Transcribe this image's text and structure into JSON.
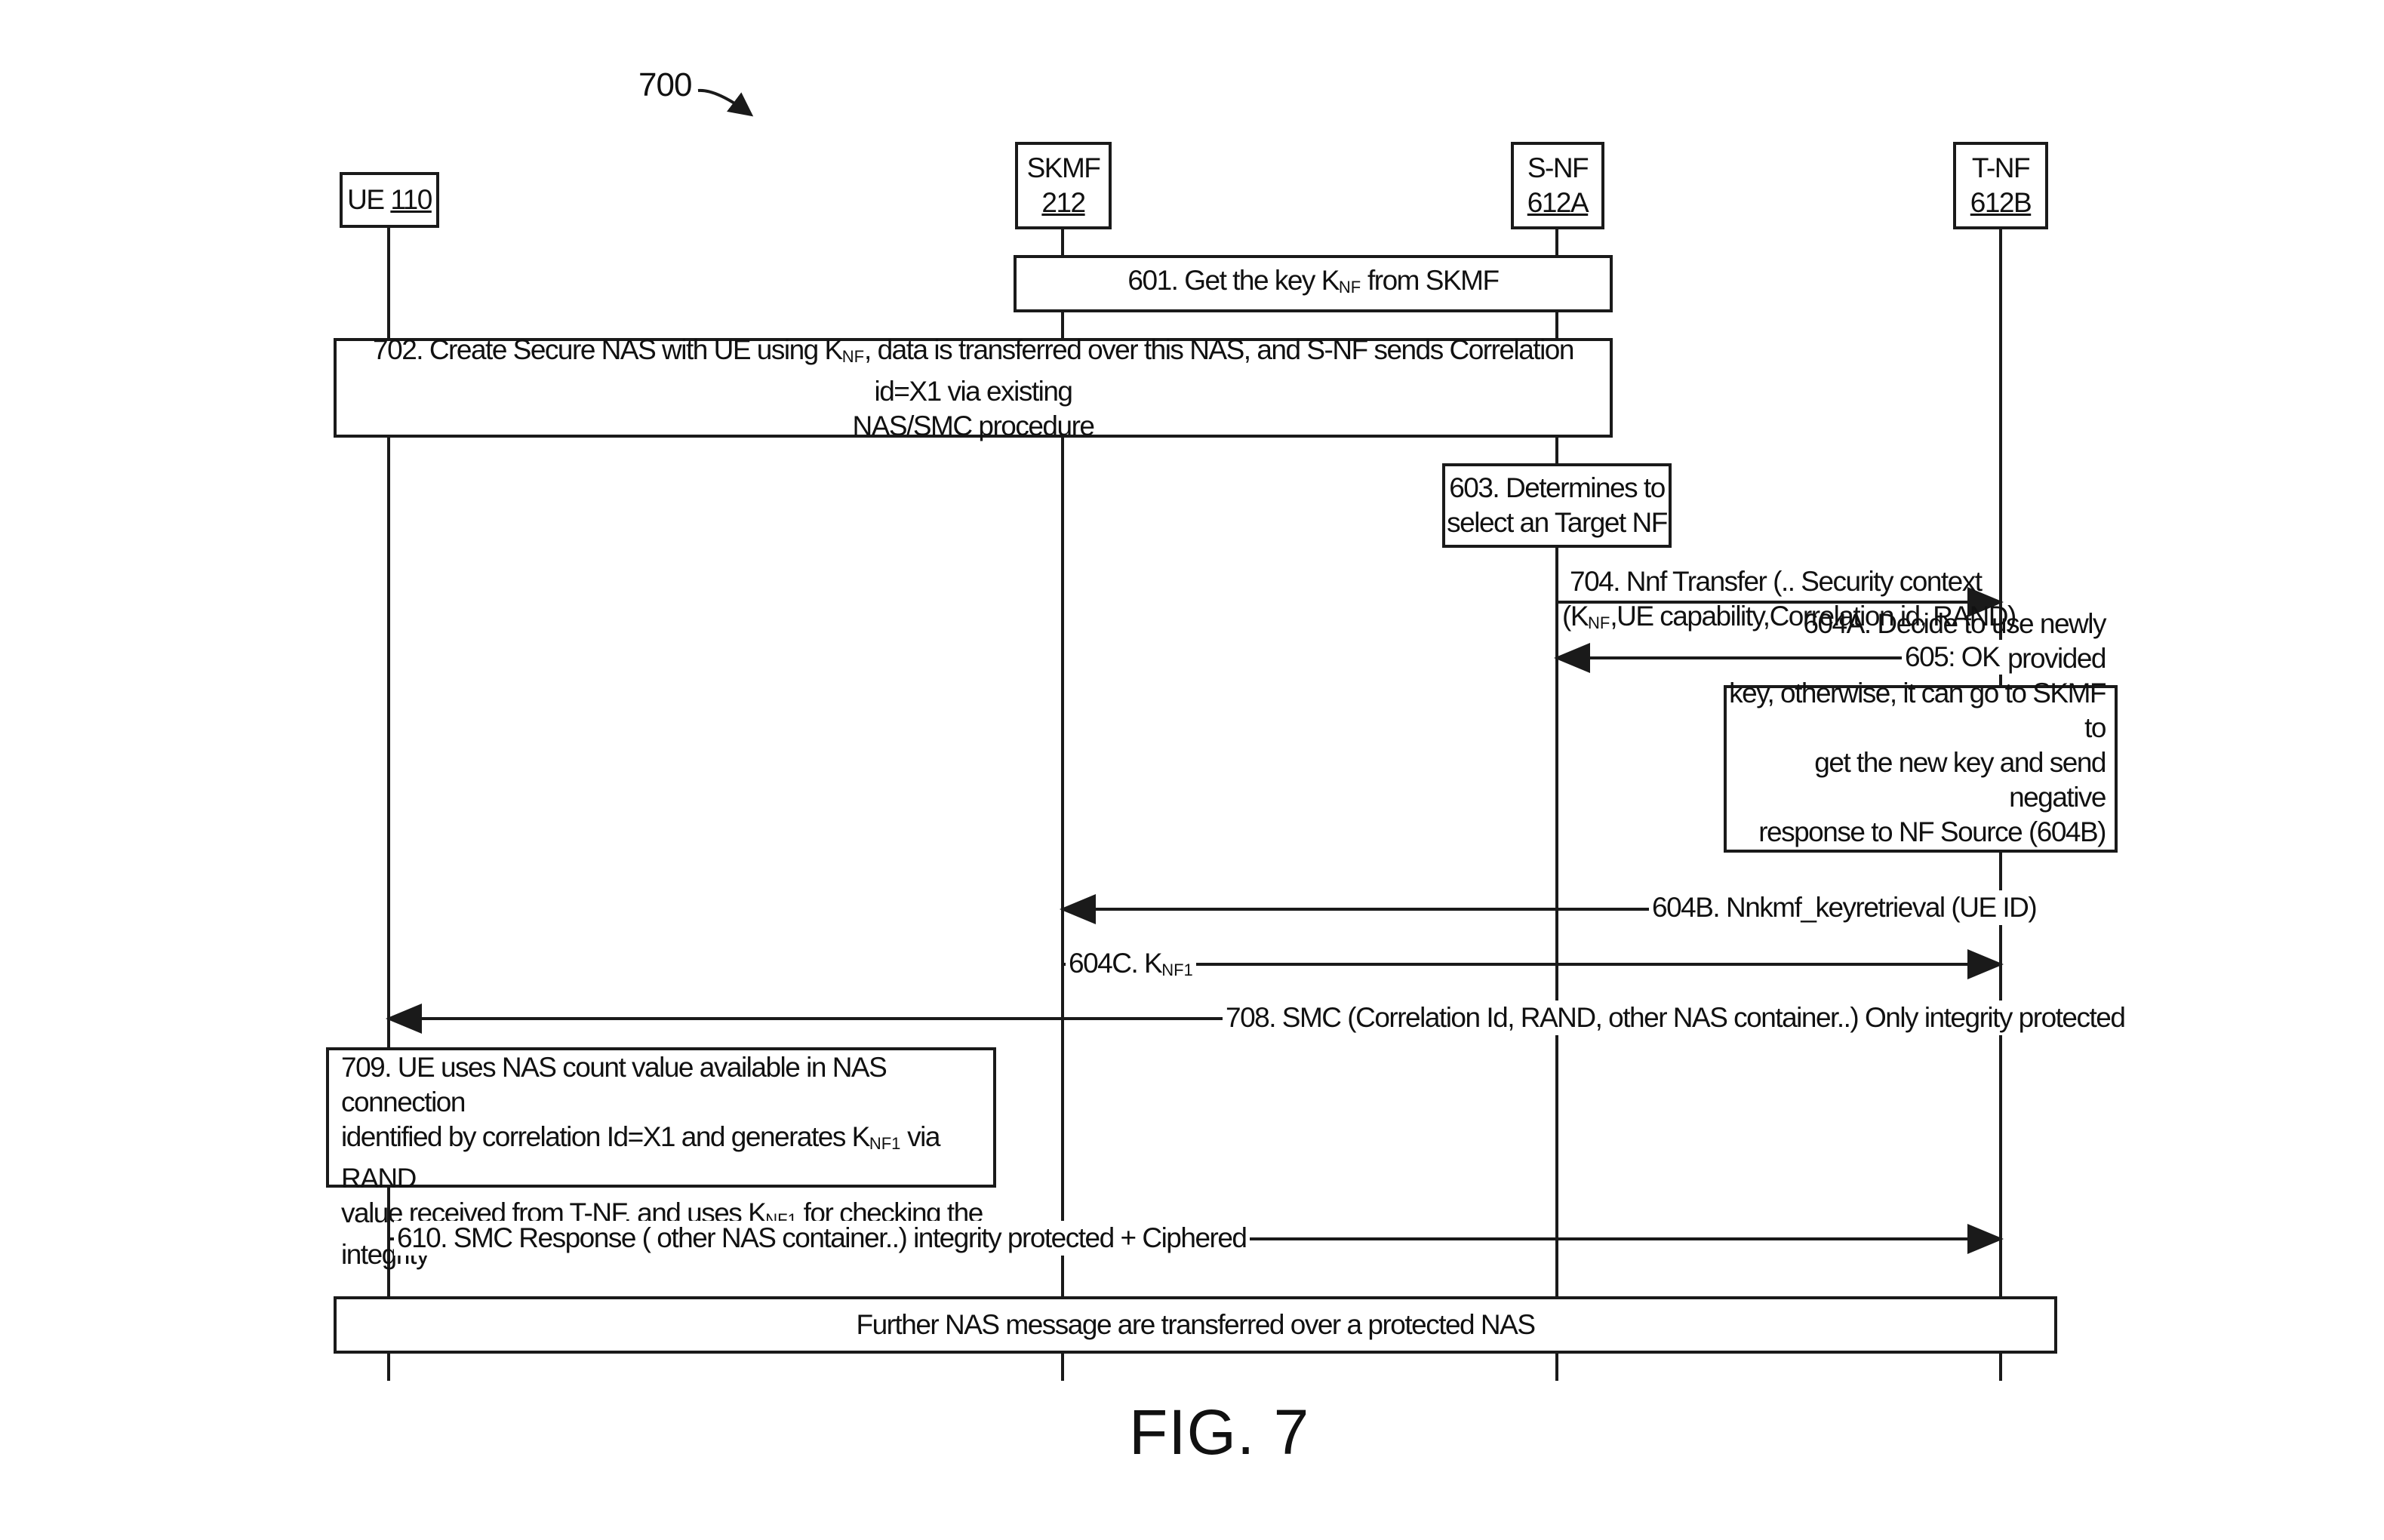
{
  "figure": {
    "ref_number": "700",
    "caption": "FIG. 7"
  },
  "entities": [
    {
      "id": "ue",
      "name": "UE",
      "ref": "110"
    },
    {
      "id": "skmf",
      "name": "SKMF",
      "ref": "212"
    },
    {
      "id": "snf",
      "name": "S-NF",
      "ref": "612A"
    },
    {
      "id": "tnf",
      "name": "T-NF",
      "ref": "612B"
    }
  ],
  "steps": {
    "s601": {
      "pre": "601. Get the key K",
      "sub": "NF",
      "post": " from SKMF"
    },
    "s702": {
      "pre": "702. Create Secure NAS with UE using K",
      "sub": "NF",
      "post": ", data is transferred over this NAS, and S-NF sends Correlation id=X1 via existing",
      "line2": "NAS/SMC procedure"
    },
    "s603": {
      "line1": "603. Determines to",
      "line2": "select an Target NF"
    },
    "s704": {
      "line1": "704. Nnf Transfer (.. Security context",
      "line2_pre": "(K",
      "line2_sub": "NF",
      "line2_post": ",UE capability,Correlation id, RAND)"
    },
    "s605": {
      "label": "605: OK"
    },
    "s604a": {
      "line1": "604A.  Decide to use newly provided",
      "line2": "key, otherwise, it can go to SKMF to",
      "line3": "get the new key and send negative",
      "line4": "response to NF Source (604B)"
    },
    "s604b": {
      "label": "604B. Nnkmf_keyretrieval (UE ID)"
    },
    "s604c": {
      "pre": "604C. K",
      "sub": "NF1"
    },
    "s708": {
      "label": "708. SMC (Correlation Id, RAND, other NAS container..) Only integrity protected"
    },
    "s709": {
      "line1": "709. UE uses NAS count value available in NAS connection",
      "line2_pre": "identified by correlation Id=X1 and generates K",
      "line2_sub": "NF1",
      "line2_post": " via RAND",
      "line3_pre": "value received from T-NF, and uses K",
      "line3_sub": "NF1",
      "line3_post": " for checking the integrity"
    },
    "s610": {
      "label": "610. SMC Response ( other NAS container..) integrity protected + Ciphered"
    },
    "further": {
      "label": "Further NAS message are transferred over a protected NAS"
    }
  },
  "colors": {
    "ink": "#1a1a1a",
    "background": "#ffffff"
  }
}
